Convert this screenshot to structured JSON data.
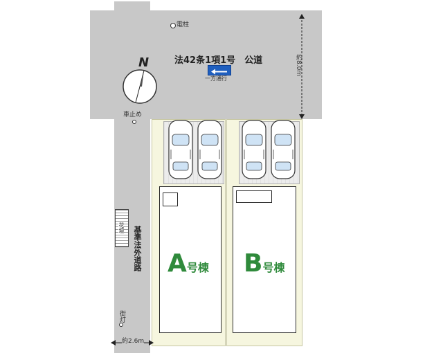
{
  "road_main": {
    "title": "法42条1項1号　公道",
    "oneway_label": "一方通行",
    "width_label": "約8.0m"
  },
  "utility_pole_label": "電柱",
  "compass_label": "N",
  "car_stop_label": "車止め",
  "side_road": {
    "label": "基準法外道路",
    "width_label": "約2.6m"
  },
  "flowerbed_label": "花壇",
  "streetlight_label": "街灯",
  "lot_a": {
    "letter": "A",
    "suffix": "号棟"
  },
  "lot_b": {
    "letter": "B",
    "suffix": "号棟"
  },
  "colors": {
    "road": "#c8c8c8",
    "lot": "#f6f6df",
    "accent_green": "#2f8a3b",
    "arrow_blue": "#1f5fbf"
  },
  "icons": [
    "compass-icon",
    "utility-pole-icon",
    "oneway-arrow-icon",
    "car-icon",
    "dimension-arrow-icon"
  ]
}
